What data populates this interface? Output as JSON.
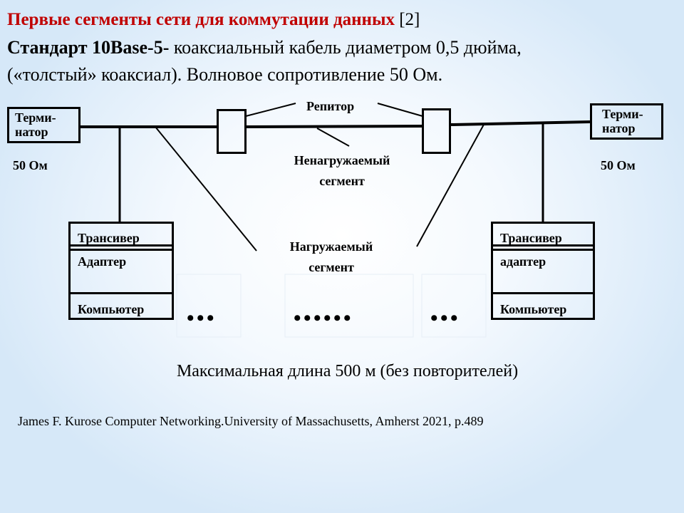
{
  "title": {
    "main": "Первые сегменты сети для коммутации данных",
    "ref": "[2]"
  },
  "subtitle": {
    "bold": "Стандарт 10Base-5-",
    "rest": " коаксиальный кабель диаметром 0,5 дюйма,",
    "line2": "(«толстый»  коаксиал). Волновое  сопротивление 50 Ом."
  },
  "diagram": {
    "terminator_left": {
      "line1": "Терми-",
      "line2": "натор",
      "resistance": "50 Ом"
    },
    "terminator_right": {
      "line1": "Терми-",
      "line2": "натор",
      "resistance": "50 Ом"
    },
    "repeater": "Репитор",
    "unloaded_segment": {
      "line1": "Ненагружаемый",
      "line2": "сегмент"
    },
    "loaded_segment": {
      "line1": "Нагружаемый",
      "line2": "сегмент"
    },
    "station_left": {
      "transceiver": "Трансивер",
      "adapter": "Адаптер",
      "computer": "Компьютер"
    },
    "station_right": {
      "transceiver": "Трансивер",
      "adapter": "адаптер",
      "computer": "Компьютер"
    },
    "dots_left": "• • •",
    "dots_middle": "• • • • • •",
    "dots_right": "• • •"
  },
  "max_length": "Максимальная длина 500 м (без повторителей)",
  "citation": "James F. Kurose Computer Networking.University of Massachusetts, Amherst 2021, p.489"
}
